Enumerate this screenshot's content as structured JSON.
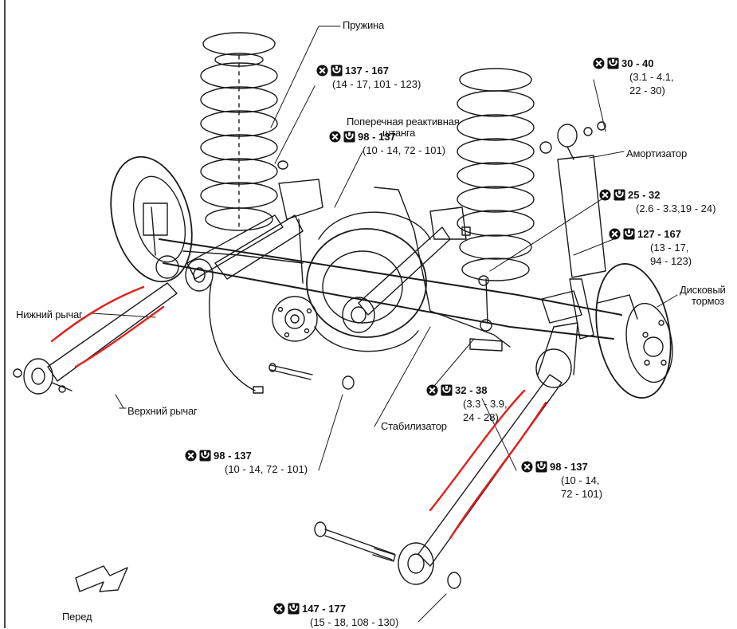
{
  "labels": {
    "spring": "Пружина",
    "lateral_rod_1": "Поперечная реактивная",
    "lateral_rod_2": "штанга",
    "shock": "Амортизатор",
    "disc_brake_1": "Дисковый",
    "disc_brake_2": "тормоз",
    "lower_arm": "Нижний рычаг",
    "upper_arm": "Верхний рычаг",
    "stabilizer": "Стабилизатор",
    "front": "Перед"
  },
  "specs": [
    {
      "id": "s1",
      "main": "137 - 167",
      "sub": [
        "(14 - 17, 101 - 123)"
      ]
    },
    {
      "id": "s2",
      "main": "98 - 137",
      "sub": [
        "(10 - 14, 72 - 101)"
      ]
    },
    {
      "id": "s3",
      "main": "30 - 40",
      "sub": [
        "(3.1 - 4.1,",
        "22 - 30)"
      ]
    },
    {
      "id": "s4",
      "main": "25 - 32",
      "sub": [
        "(2.6 - 3.3,19 - 24)"
      ]
    },
    {
      "id": "s5",
      "main": "127 - 167",
      "sub": [
        "(13 - 17,",
        "94 - 123)"
      ]
    },
    {
      "id": "s6",
      "main": "32 - 38",
      "sub": [
        "(3.3 - 3.9,",
        "24 - 28)"
      ]
    },
    {
      "id": "s7",
      "main": "98 - 137",
      "sub": [
        "(10 - 14, 72 - 101)"
      ]
    },
    {
      "id": "s8",
      "main": "98 - 137",
      "sub": [
        "(10 - 14,",
        "72 - 101)"
      ]
    },
    {
      "id": "s9",
      "main": "147 - 177",
      "sub": [
        "(15 - 18, 108 - 130)"
      ]
    }
  ],
  "icons": [
    "no-reuse-icon",
    "torque-wrench-icon"
  ],
  "colors": {
    "ink": "#1a1a1a",
    "highlight": "#e0201c",
    "paper": "#ffffff"
  }
}
